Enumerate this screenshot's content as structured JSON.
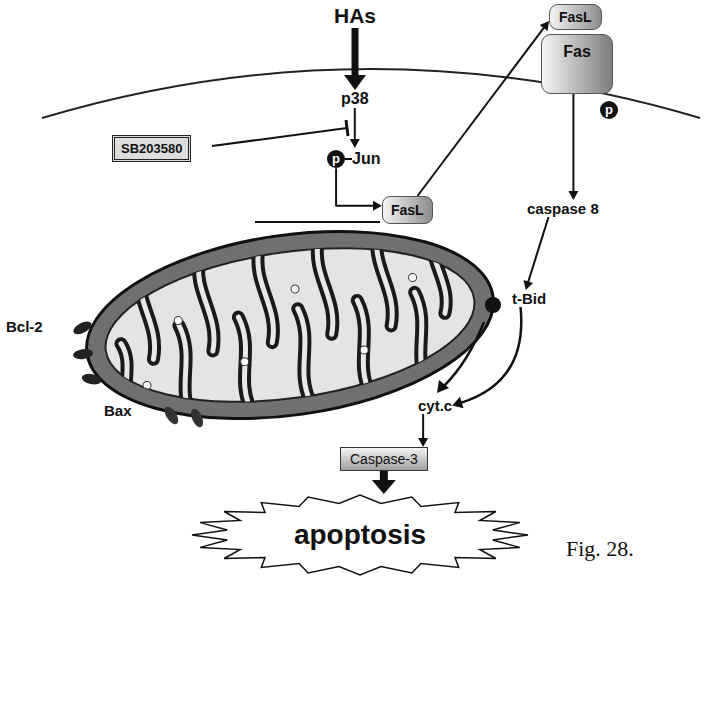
{
  "diagram": {
    "caption": "Fig. 28.",
    "nodes": [
      {
        "text": [
          "HAs"
        ]
      },
      {
        "text": [
          "FasL"
        ]
      },
      {
        "text": [
          "Fas",
          "p"
        ]
      },
      {
        "text": [
          "p38"
        ]
      },
      {
        "text": [
          "SB203580"
        ]
      },
      {
        "text": [
          "p",
          "Jun"
        ]
      },
      {
        "text": [
          "FasL"
        ]
      },
      {
        "text": [
          "caspase 8"
        ]
      },
      {
        "text": [
          "t-Bid"
        ]
      },
      {
        "text": [
          "cyt.c"
        ]
      },
      {
        "text": [
          "Caspase-3"
        ]
      },
      {
        "text": [
          "apoptosis"
        ]
      }
    ],
    "edges": [
      {
        "from": 0,
        "to": 3,
        "arrow": "to"
      },
      {
        "from": 3,
        "to": 5,
        "arrow": "to"
      },
      {
        "from": 5,
        "to": 6,
        "arrow": "to"
      },
      {
        "from": 6,
        "to": 1,
        "arrow": "to"
      },
      {
        "from": 2,
        "to": 7,
        "arrow": "to"
      },
      {
        "from": 7,
        "to": 8,
        "arrow": "to"
      },
      {
        "from": 8,
        "to": 9,
        "arrow": "to"
      },
      {
        "from": 9,
        "to": 10,
        "arrow": "to"
      },
      {
        "from": 10,
        "to": 11,
        "arrow": "to"
      }
    ],
    "labels": [
      "Bcl-2",
      "Bax"
    ]
  }
}
